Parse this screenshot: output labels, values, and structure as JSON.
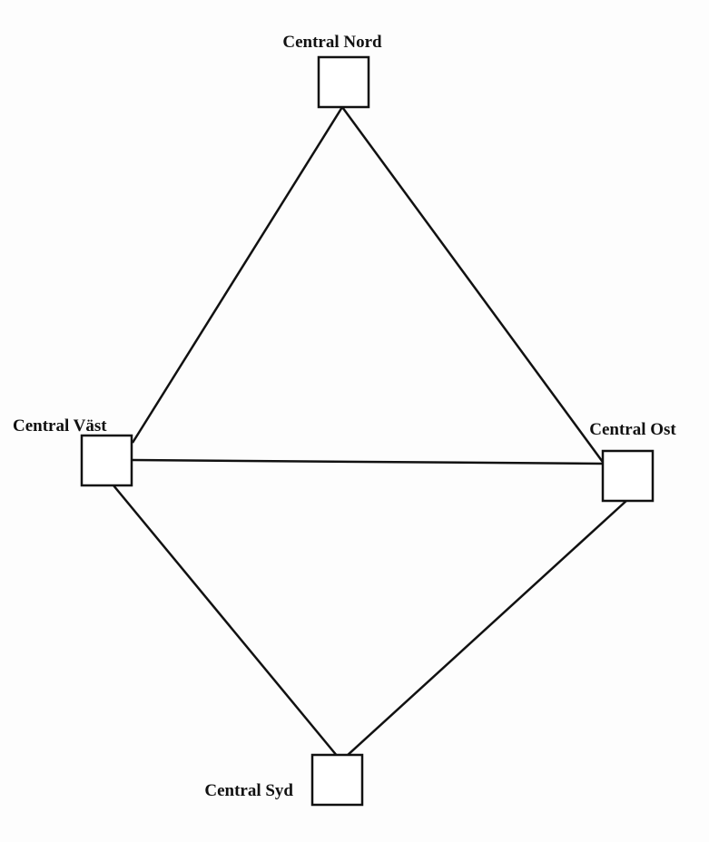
{
  "diagram": {
    "nodes": [
      {
        "id": "nord",
        "label": "Central Nord"
      },
      {
        "id": "vast",
        "label": "Central Väst"
      },
      {
        "id": "ost",
        "label": "Central Ost"
      },
      {
        "id": "syd",
        "label": "Central Syd"
      }
    ],
    "links": [
      {
        "from": "nord",
        "to": "vast"
      },
      {
        "from": "nord",
        "to": "ost"
      },
      {
        "from": "vast",
        "to": "ost"
      },
      {
        "from": "vast",
        "to": "syd"
      },
      {
        "from": "ost",
        "to": "syd"
      }
    ]
  }
}
